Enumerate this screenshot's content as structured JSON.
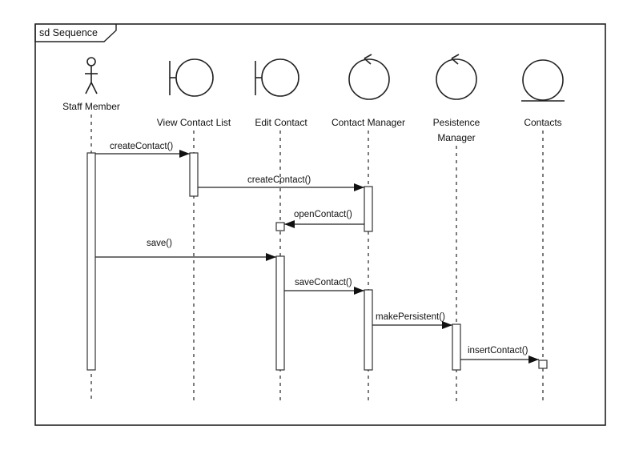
{
  "frame": {
    "title": "sd Sequence"
  },
  "participants": [
    {
      "id": "staff",
      "label": "Staff Member",
      "label2": "",
      "kind": "actor",
      "icon": "actor-icon"
    },
    {
      "id": "view",
      "label": "View Contact List",
      "label2": "",
      "kind": "boundary",
      "icon": "boundary-icon"
    },
    {
      "id": "edit",
      "label": "Edit Contact",
      "label2": "",
      "kind": "boundary",
      "icon": "boundary-icon"
    },
    {
      "id": "cmgr",
      "label": "Contact Manager",
      "label2": "",
      "kind": "control",
      "icon": "control-icon"
    },
    {
      "id": "pmgr",
      "label": "Pesistence",
      "label2": "Manager",
      "kind": "control",
      "icon": "control-icon"
    },
    {
      "id": "contacts",
      "label": "Contacts",
      "label2": "",
      "kind": "entity",
      "icon": "entity-icon"
    }
  ],
  "messages": [
    {
      "label": "createContact()",
      "from": "staff",
      "to": "view"
    },
    {
      "label": "createContact()",
      "from": "view",
      "to": "cmgr"
    },
    {
      "label": "openContact()",
      "from": "cmgr",
      "to": "edit"
    },
    {
      "label": "save()",
      "from": "staff",
      "to": "edit"
    },
    {
      "label": "saveContact()",
      "from": "edit",
      "to": "cmgr"
    },
    {
      "label": "makePersistent()",
      "from": "cmgr",
      "to": "pmgr"
    },
    {
      "label": "insertContact()",
      "from": "pmgr",
      "to": "contacts"
    }
  ]
}
